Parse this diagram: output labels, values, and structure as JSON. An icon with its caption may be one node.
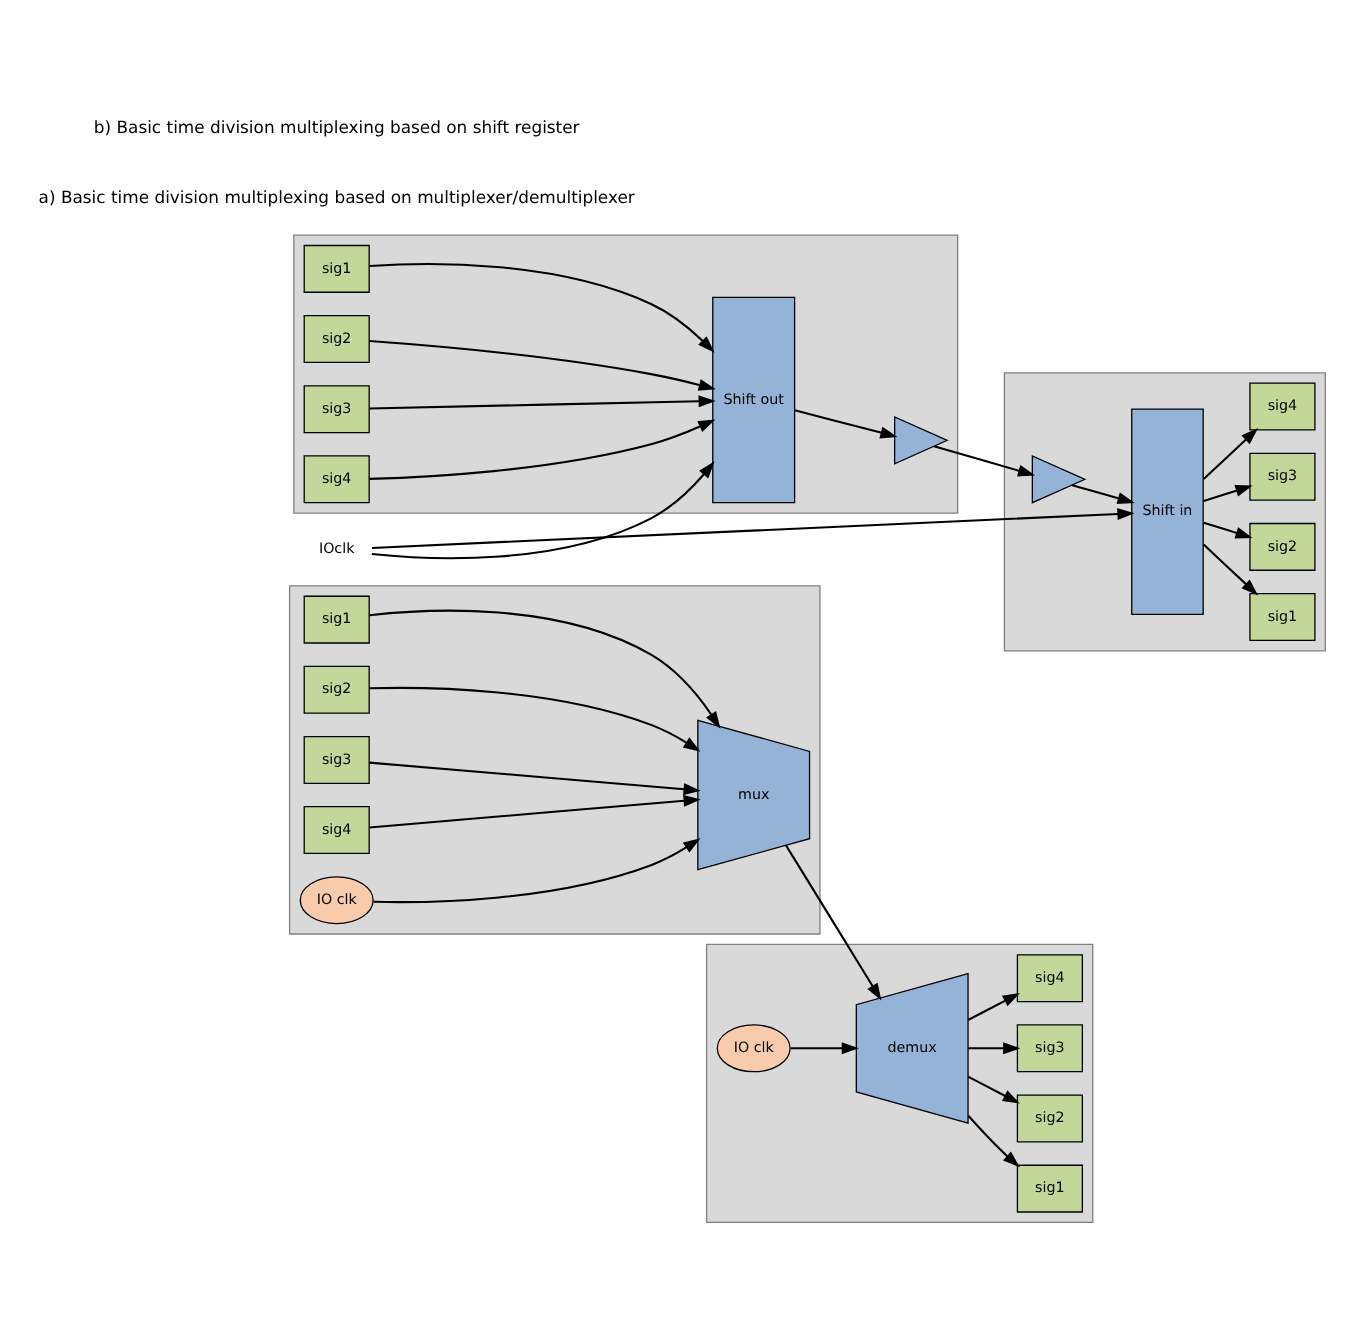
{
  "diagram": {
    "nodes": [
      {
        "text": [],
        "shape": "box"
      },
      {
        "text": [
          "sig1"
        ],
        "in": 0
      },
      {
        "text": [
          "sig2"
        ],
        "in": 0
      },
      {
        "text": [
          "sig3"
        ],
        "in": 0
      },
      {
        "text": [
          "sig4"
        ],
        "in": 0
      },
      {
        "text": [
          "mux"
        ],
        "in": 0
      },
      {
        "text": [
          "IO clk"
        ],
        "in": 0
      },
      {
        "text": [],
        "shape": "box"
      },
      {
        "text": [
          "demux"
        ],
        "in": 7
      },
      {
        "text": [
          "IO clk"
        ],
        "in": 7
      },
      {
        "text": [
          "sig1"
        ],
        "in": 7
      },
      {
        "text": [
          "sig2"
        ],
        "in": 7
      },
      {
        "text": [
          "sig3"
        ],
        "in": 7
      },
      {
        "text": [
          "sig4"
        ],
        "in": 7
      },
      {
        "text": [],
        "shape": "box"
      },
      {
        "text": [
          "sig1"
        ],
        "in": 14
      },
      {
        "text": [
          "sig2"
        ],
        "in": 14
      },
      {
        "text": [
          "sig3"
        ],
        "in": 14
      },
      {
        "text": [
          "sig4"
        ],
        "in": 14
      },
      {
        "text": [
          "Shift out"
        ],
        "in": 14
      },
      {
        "text": [],
        "shape": "triangle",
        "in": 14
      },
      {
        "text": [],
        "shape": "box"
      },
      {
        "text": [],
        "shape": "triangle",
        "in": 21
      },
      {
        "text": [
          "Shift in"
        ],
        "in": 21
      },
      {
        "text": [
          "sig1"
        ],
        "in": 21
      },
      {
        "text": [
          "sig2"
        ],
        "in": 21
      },
      {
        "text": [
          "sig3"
        ],
        "in": 21
      },
      {
        "text": [
          "sig4"
        ],
        "in": 21
      },
      {
        "text": [
          "IOclk"
        ]
      }
    ],
    "edges": [
      {
        "from": 1,
        "to": 5,
        "arrow": "to"
      },
      {
        "from": 2,
        "to": 5,
        "arrow": "to"
      },
      {
        "from": 3,
        "to": 5,
        "arrow": "to"
      },
      {
        "from": 4,
        "to": 5,
        "arrow": "to"
      },
      {
        "from": 6,
        "to": 5,
        "arrow": "to"
      },
      {
        "from": 5,
        "to": 8,
        "arrow": "to"
      },
      {
        "from": 9,
        "to": 8,
        "arrow": "to"
      },
      {
        "from": 8,
        "to": 10,
        "arrow": "to"
      },
      {
        "from": 8,
        "to": 11,
        "arrow": "to"
      },
      {
        "from": 8,
        "to": 12,
        "arrow": "to"
      },
      {
        "from": 8,
        "to": 13,
        "arrow": "to"
      },
      {
        "from": 15,
        "to": 19,
        "arrow": "to"
      },
      {
        "from": 16,
        "to": 19,
        "arrow": "to"
      },
      {
        "from": 17,
        "to": 19,
        "arrow": "to"
      },
      {
        "from": 18,
        "to": 19,
        "arrow": "to"
      },
      {
        "from": 19,
        "to": 20,
        "arrow": "to"
      },
      {
        "from": 20,
        "to": 22,
        "arrow": "to"
      },
      {
        "from": 22,
        "to": 23,
        "arrow": "to"
      },
      {
        "from": 23,
        "to": 24,
        "arrow": "to"
      },
      {
        "from": 23,
        "to": 25,
        "arrow": "to"
      },
      {
        "from": 23,
        "to": 26,
        "arrow": "to"
      },
      {
        "from": 23,
        "to": 27,
        "arrow": "to"
      },
      {
        "from": 28,
        "to": 19,
        "arrow": "to"
      },
      {
        "from": 28,
        "to": 23,
        "arrow": "to"
      }
    ],
    "labels": [
      "a) Basic time division multiplexing based on multiplexer/demultiplexer",
      "b) Basic time division multiplexing based on shift register"
    ]
  }
}
